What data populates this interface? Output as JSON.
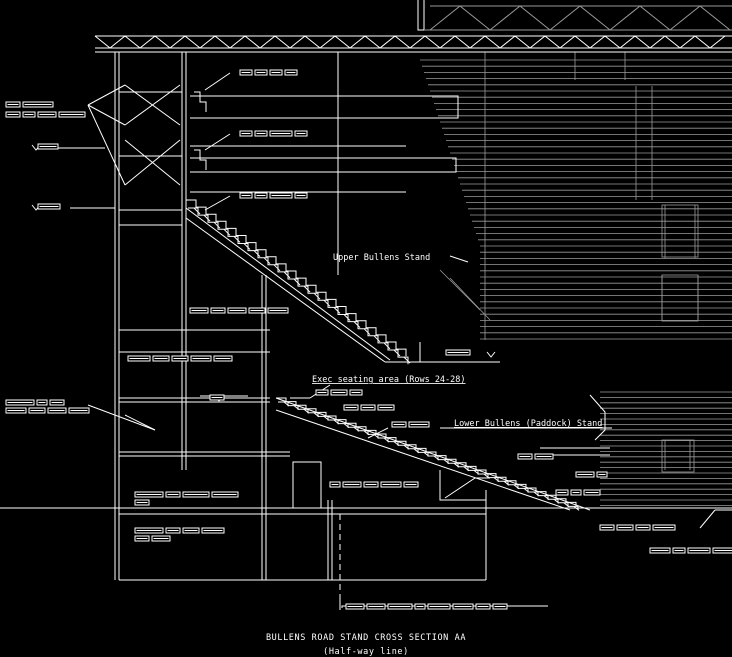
{
  "drawing": {
    "title_line1": "BULLENS ROAD STAND CROSS SECTION AA",
    "title_line2": "(Half-way line)"
  },
  "labels": {
    "upper_stand": "Upper Bullens Stand",
    "executive_area": "Exec seating area (Rows 24-28)",
    "lower_stand": "Lower Bullens (Paddock) Stand"
  },
  "colors": {
    "background": "#000000",
    "linework": "#ffffff",
    "background_linework": "#9a9a9a"
  }
}
